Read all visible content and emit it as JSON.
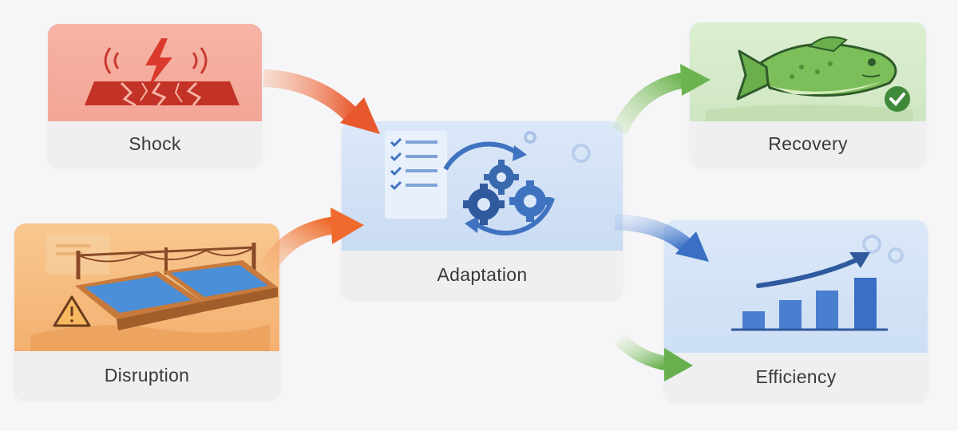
{
  "nodes": {
    "shock": {
      "label": "Shock"
    },
    "disruption": {
      "label": "Disruption"
    },
    "adaptation": {
      "label": "Adaptation"
    },
    "recovery": {
      "label": "Recovery"
    },
    "efficiency": {
      "label": "Efficiency"
    }
  },
  "colors": {
    "shock": "#e4493a",
    "disruption": "#f0a040",
    "adaptation": "#3f73c0",
    "recovery": "#5ea64a",
    "efficiency": "#3a6fc4"
  },
  "icons": {
    "shock": "lightning-ground-crack-icon",
    "disruption": "damaged-fish-pond-warning-icon",
    "adaptation": "gears-cycle-checklist-icon",
    "recovery": "healthy-fish-check-icon",
    "efficiency": "rising-bar-chart-icon"
  }
}
